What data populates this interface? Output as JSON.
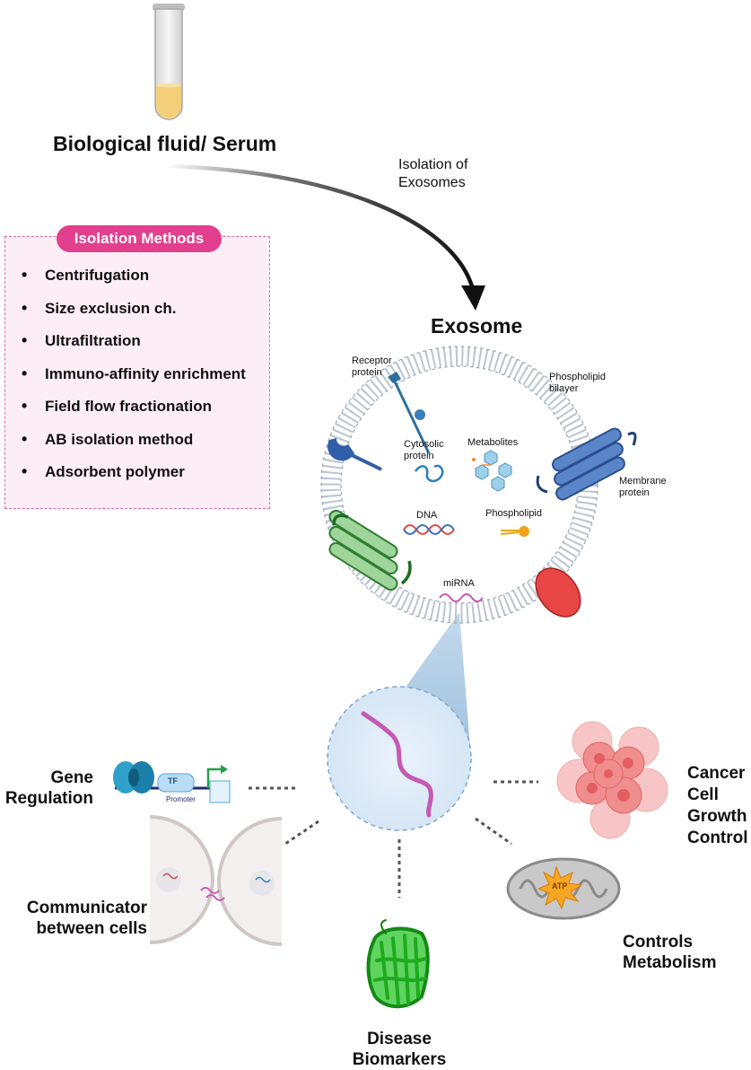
{
  "source": {
    "label": "Biological fluid/ Serum"
  },
  "isolation_arrow": {
    "line1": "Isolation of",
    "line2": "Exosomes"
  },
  "methods": {
    "title": "Isolation Methods",
    "items": [
      "Centrifugation",
      "Size exclusion ch.",
      "Ultrafiltration",
      "Immuno-affinity enrichment",
      "Field flow fractionation",
      "AB isolation method",
      "Adsorbent polymer"
    ]
  },
  "exosome": {
    "title": "Exosome",
    "receptor": {
      "line1": "Receptor",
      "line2": "protein"
    },
    "bilayer": {
      "line1": "Phospholipid",
      "line2": "bilayer"
    },
    "cytosolic": {
      "line1": "Cytosolic",
      "line2": "protein"
    },
    "metabolites": "Metabolites",
    "membrane": {
      "line1": "Membrane",
      "line2": "protein"
    },
    "dna": "DNA",
    "phospholipid": "Phospholipid",
    "mirna": "miRNA"
  },
  "functions": {
    "gene_regulation": {
      "line1": "Gene",
      "line2": "Regulation",
      "tf": "TF",
      "promoter": "Promoter"
    },
    "cancer": {
      "line1": "Cancer",
      "line2": "Cell",
      "line3": "Growth",
      "line4": "Control"
    },
    "communicator": {
      "line1": "Communicator",
      "line2": "between cells"
    },
    "metabolism": {
      "line1": "Controls",
      "line2": "Metabolism",
      "atp": "ATP"
    },
    "biomarkers": {
      "line1": "Disease",
      "line2": "Biomarkers"
    }
  },
  "colors": {
    "pink_accent": "#e23f8f",
    "membrane_blue": "#3f67b5",
    "membrane_green": "#2e8b32",
    "mirna_purple": "#c45ab3",
    "zoom_blue": "#9cc0dd",
    "cancer_red": "#ee7a7a",
    "atp_orange": "#f6a623"
  }
}
